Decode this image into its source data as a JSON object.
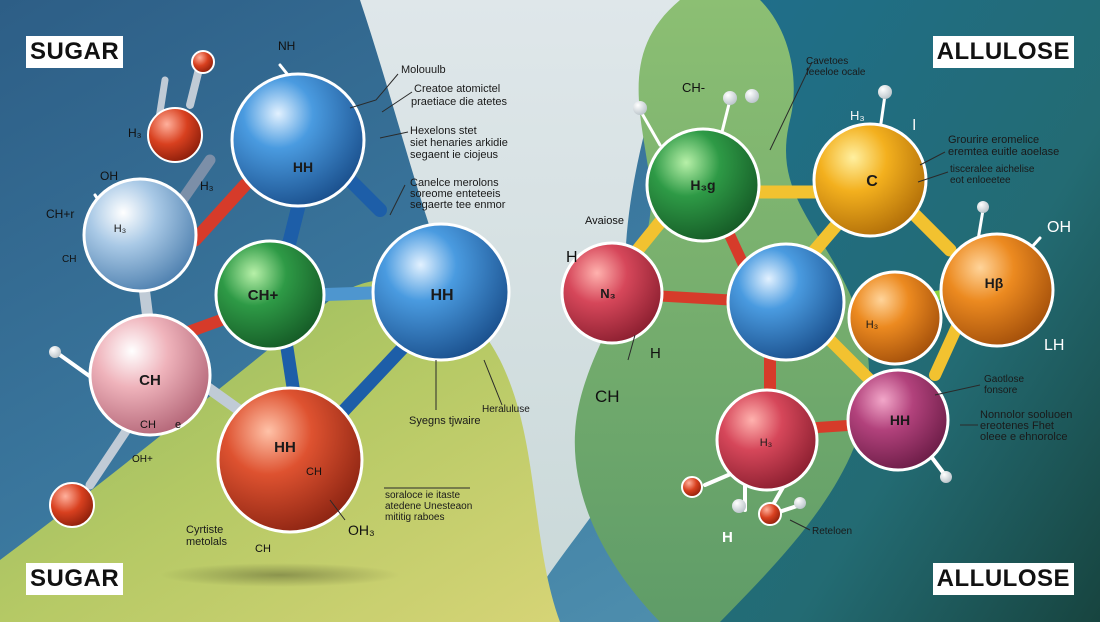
{
  "left_title": "SUGAR",
  "left_title_bottom": "SUGAR",
  "right_title": "ALLULOSE",
  "right_title_bottom": "ALLULOSE",
  "colors": {
    "blue": "#2f7fc6",
    "light_blue": "#8ab6de",
    "green": "#2e8b3e",
    "red": "#d64a2c",
    "pink": "#e79aa4",
    "yellow": "#f0a81c",
    "orange": "#e8821c",
    "crimson": "#d0454f",
    "magenta": "#b03a74",
    "bond_yellow": "#f2c230",
    "bond_red": "#d63b2a"
  },
  "sugar": {
    "atoms": [
      {
        "label": "HH"
      },
      {
        "label": "CH+"
      },
      {
        "label": "HH"
      },
      {
        "label": "CH"
      },
      {
        "label": "HH"
      },
      {
        "label": "H₃"
      },
      {
        "label": ""
      },
      {
        "label": ""
      }
    ],
    "labels": [
      {
        "text": "NH"
      },
      {
        "text": "H₃"
      },
      {
        "text": "OH"
      },
      {
        "text": "CH+r"
      },
      {
        "text": "H₃"
      },
      {
        "text": "CH"
      },
      {
        "text": "CH"
      },
      {
        "text": "e"
      },
      {
        "text": "CH"
      },
      {
        "text": "OH₃"
      },
      {
        "text": "CH"
      },
      {
        "text": "OH+"
      }
    ],
    "notes": [
      {
        "lines": [
          "Molouulb"
        ]
      },
      {
        "lines": [
          "Creatoe atomictel",
          "praetiace die atetes"
        ]
      },
      {
        "lines": [
          "Hexelons stet",
          "siet henaries arkidie",
          "segaent ie ciojeus"
        ]
      },
      {
        "lines": [
          "Canelce merolons",
          "soreome enteteeis",
          "segaerte tee enmor"
        ]
      },
      {
        "lines": [
          "Syegns tjwaire"
        ]
      },
      {
        "lines": [
          "Heraluluse"
        ]
      },
      {
        "lines": [
          "soraloce ie itaste",
          "atedene Unesteaon",
          "mititig raboes"
        ]
      },
      {
        "lines": [
          "Cyrtiste",
          "metolals"
        ]
      }
    ]
  },
  "allulose": {
    "atoms": [
      {
        "label": "H₃g"
      },
      {
        "label": "C"
      },
      {
        "label": "N₃"
      },
      {
        "label": ""
      },
      {
        "label": "H₃"
      },
      {
        "label": "Hβ"
      },
      {
        "label": "H₃"
      },
      {
        "label": "HH"
      }
    ],
    "labels": [
      {
        "text": "CH-"
      },
      {
        "text": "H₃"
      },
      {
        "text": "I"
      },
      {
        "text": "Avaiose"
      },
      {
        "text": "H"
      },
      {
        "text": "OH"
      },
      {
        "text": "H"
      },
      {
        "text": "LH"
      },
      {
        "text": "CH"
      },
      {
        "text": "H"
      }
    ],
    "notes": [
      {
        "lines": [
          "Cavetoes",
          "feeeloe ocale"
        ]
      },
      {
        "lines": [
          "Grourire eromelice",
          "eremtea euitle aoelase"
        ]
      },
      {
        "lines": [
          "tisceralee aichelise",
          "eot enloeetee"
        ]
      },
      {
        "lines": [
          "Gaotlose",
          "fonsore"
        ]
      },
      {
        "lines": [
          "Nonnolor sooluoen",
          "ereotenes Fhet",
          "oleee e ehnorolce"
        ]
      },
      {
        "lines": [
          "Reteloen"
        ]
      }
    ]
  }
}
